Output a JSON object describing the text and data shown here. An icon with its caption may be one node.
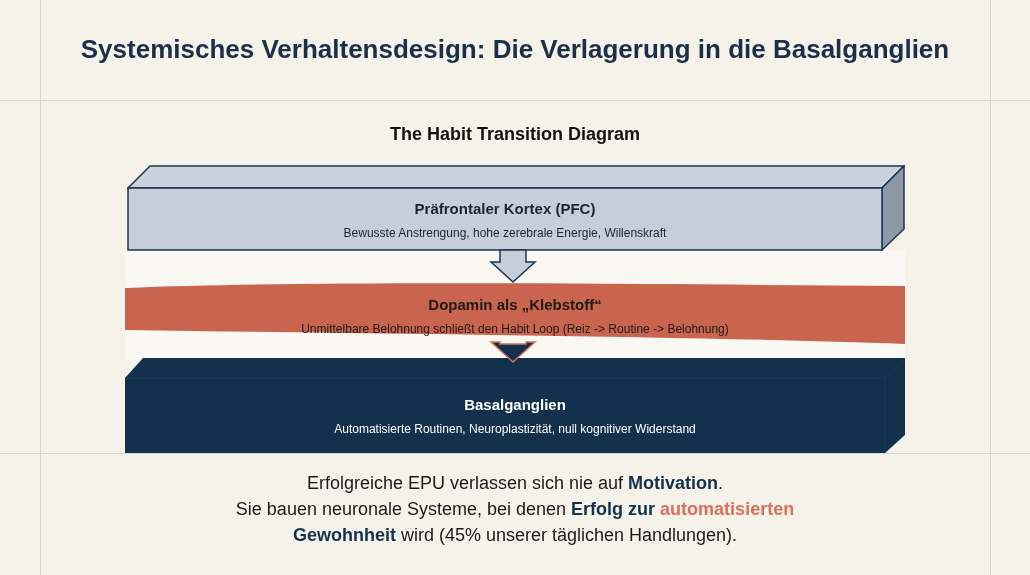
{
  "diagram": {
    "title": "Systemisches Verhaltensdesign: Die Verlagerung in die Basalganglien",
    "nodes": [
      {
        "text": [
          "Präfrontaler Kortex (PFC)",
          "Bewusste Anstrengung, hohe zerebrale Energie, Willenskraft"
        ]
      },
      {
        "text": [
          "Dopamin als „Klebstoff“",
          "Unmittelbare Belohnung schließt den Habit Loop (Reiz -> Routine -> Belohnung)"
        ]
      },
      {
        "text": [
          "Basalganglien",
          "Automatisierte Routinen, Neuroplastizität, null kognitiver Widerstand"
        ]
      }
    ],
    "edges": [
      {
        "from": 0,
        "to": 1,
        "arrow": "to"
      },
      {
        "from": 1,
        "to": 2,
        "arrow": "to"
      }
    ],
    "labels": [
      "The Habit Transition Diagram",
      "Erfolgreiche EPU verlassen sich nie auf **Motivation**.",
      "Sie bauen neuronale Systeme, bei denen **Erfolg zur** *automatisierten* **Gewohnheit** wird (45% unserer täglichen Handlungen)."
    ]
  }
}
